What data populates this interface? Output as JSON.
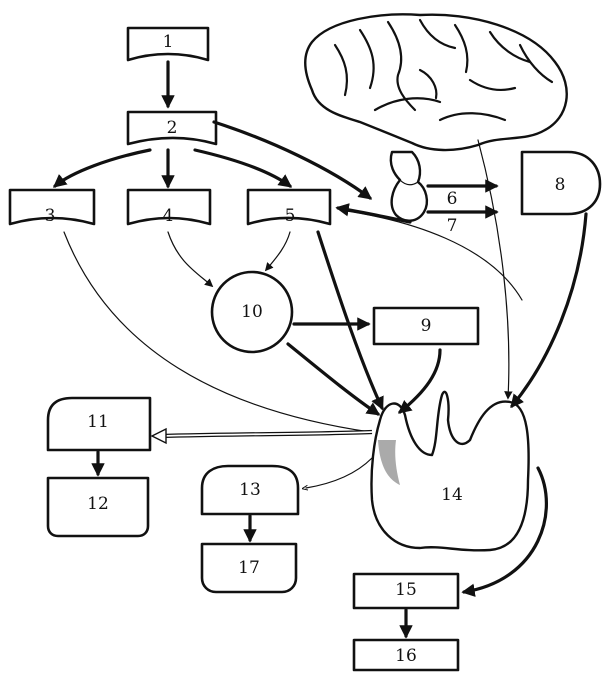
{
  "labels": {
    "n1": "1",
    "n2": "2",
    "n3": "3",
    "n4": "4",
    "n5": "5",
    "n6": "6",
    "n7": "7",
    "n8": "8",
    "n9": "9",
    "n10": "10",
    "n11": "11",
    "n12": "12",
    "n13": "13",
    "n14": "14",
    "n15": "15",
    "n16": "16",
    "n17": "17"
  },
  "icons": {
    "brain": "brain-icon",
    "pituitary": "pituitary-gland-icon",
    "thyroid": "thyroid-gland-icon"
  },
  "colors": {
    "ink": "#111111",
    "paper": "#ffffff"
  }
}
